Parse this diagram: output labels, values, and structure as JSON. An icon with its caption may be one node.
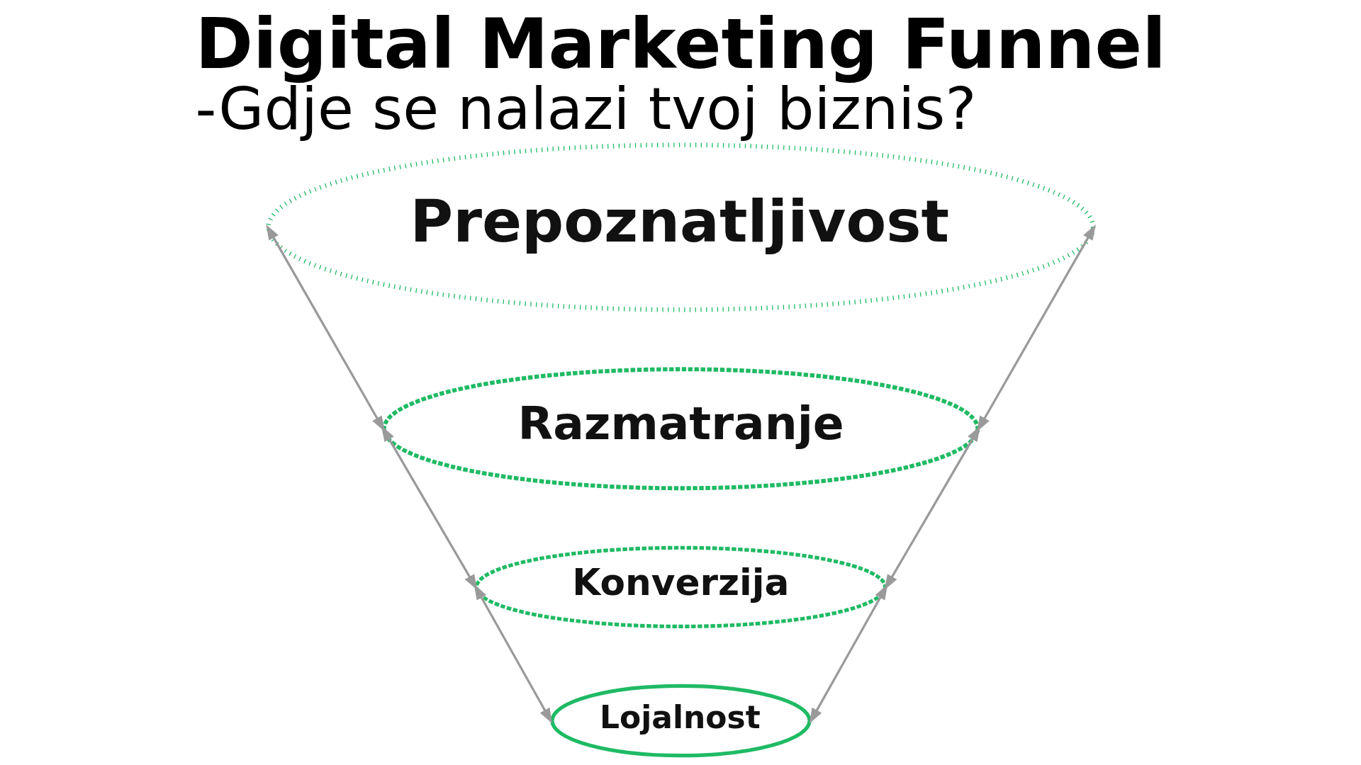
{
  "diagram": {
    "title": "**Digital Marketing Funnel** -Gdje se nalazi tvoj biznis?",
    "nodes": [
      {
        "text": [
          "Prepoznatljivost"
        ]
      },
      {
        "text": [
          "Razmatranje"
        ]
      },
      {
        "text": [
          "Konverzija"
        ]
      },
      {
        "text": [
          "Lojalnost"
        ]
      }
    ],
    "edges": [
      {
        "from": 0,
        "to": 1,
        "arrow": "both"
      },
      {
        "from": 1,
        "to": 2,
        "arrow": "both"
      },
      {
        "from": 2,
        "to": 3,
        "arrow": "both"
      },
      {
        "from": 0,
        "to": 1,
        "arrow": "both"
      },
      {
        "from": 1,
        "to": 2,
        "arrow": "both"
      },
      {
        "from": 2,
        "to": 3,
        "arrow": "both"
      }
    ]
  }
}
